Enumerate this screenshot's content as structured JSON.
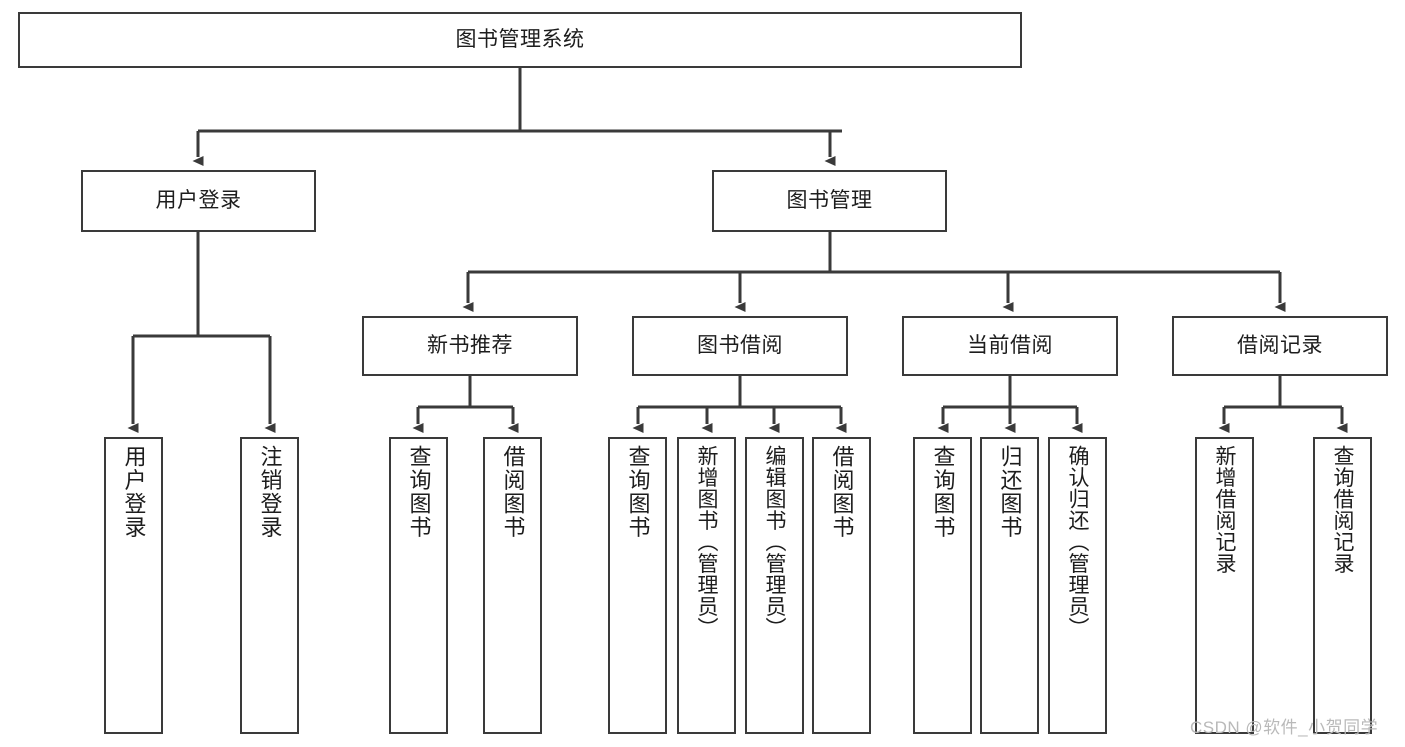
{
  "diagram": {
    "type": "tree",
    "title": "图书管理系统",
    "orientation": "top-down",
    "colors": {
      "box_border": "#3a3a3a",
      "box_fill": "#ffffff",
      "edge": "#3a3a3a",
      "text": "#1d1d1d",
      "watermark": "#b9b9b9",
      "background": "#ffffff"
    },
    "root": {
      "label": "图书管理系统"
    },
    "level2": [
      {
        "label": "用户登录"
      },
      {
        "label": "图书管理"
      }
    ],
    "level3": [
      {
        "label": "新书推荐"
      },
      {
        "label": "图书借阅"
      },
      {
        "label": "当前借阅"
      },
      {
        "label": "借阅记录"
      }
    ],
    "leaves": {
      "user_login": [
        {
          "label": "用户登录"
        },
        {
          "label": "注销登录"
        }
      ],
      "new_book_recommend": [
        {
          "label": "查询图书"
        },
        {
          "label": "借阅图书"
        }
      ],
      "book_borrow": [
        {
          "label": "查询图书"
        },
        {
          "label": "新增图书（管理员）"
        },
        {
          "label": "编辑图书（管理员）"
        },
        {
          "label": "借阅图书"
        }
      ],
      "current_borrow": [
        {
          "label": "查询图书"
        },
        {
          "label": "归还图书"
        },
        {
          "label": "确认归还（管理员）"
        }
      ],
      "borrow_record": [
        {
          "label": "新增借阅记录"
        },
        {
          "label": "查询借阅记录"
        }
      ]
    }
  },
  "watermark": {
    "text": "CSDN @软件_小贺同学"
  }
}
